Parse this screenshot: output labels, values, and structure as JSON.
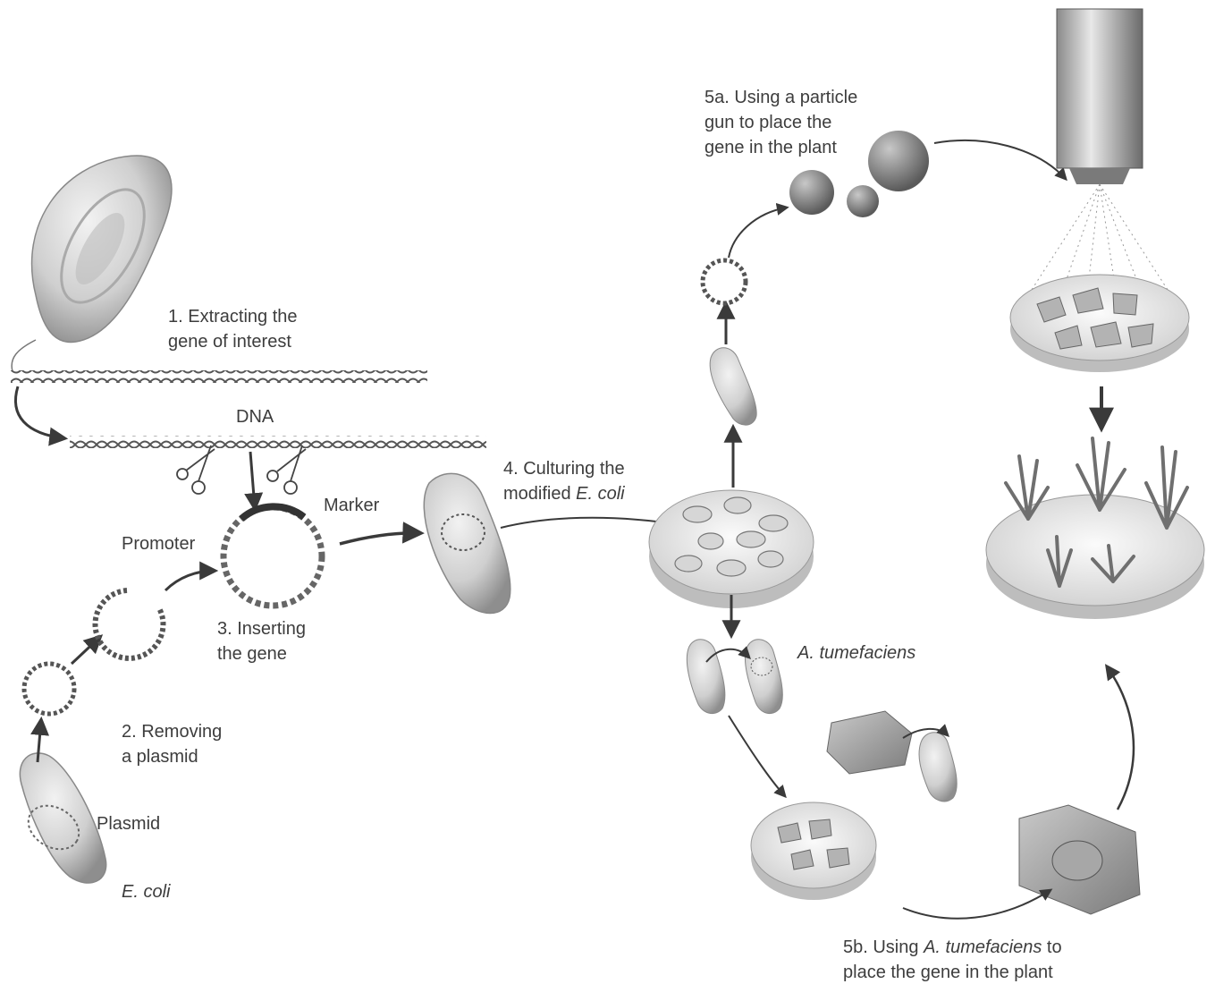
{
  "labels": {
    "step1_line1": "1. Extracting the",
    "step1_line2": "gene of interest",
    "dna": "DNA",
    "marker": "Marker",
    "promoter": "Promoter",
    "step3_line1": "3. Inserting",
    "step3_line2": "the gene",
    "step2_line1": "2. Removing",
    "step2_line2": "a plasmid",
    "plasmid": "Plasmid",
    "ecoli": "E. coli",
    "step4_line1": "4. Culturing the",
    "step4_line2_pre": "modified ",
    "step4_line2_it": "E. coli",
    "step5a_line1": "5a. Using a particle",
    "step5a_line2": "gun to place the",
    "step5a_line3": "gene in the plant",
    "atumefaciens": "A. tumefaciens",
    "step5b_line1_pre": "5b. Using ",
    "step5b_line1_it": "A. tumefaciens",
    "step5b_line1_post": " to",
    "step5b_line2": "place the gene in the plant"
  },
  "colors": {
    "ink": "#3a3a3a",
    "cell_fill": "#d4d4d4",
    "cell_dark": "#9a9a9a",
    "plant": "#6f6f6f"
  }
}
